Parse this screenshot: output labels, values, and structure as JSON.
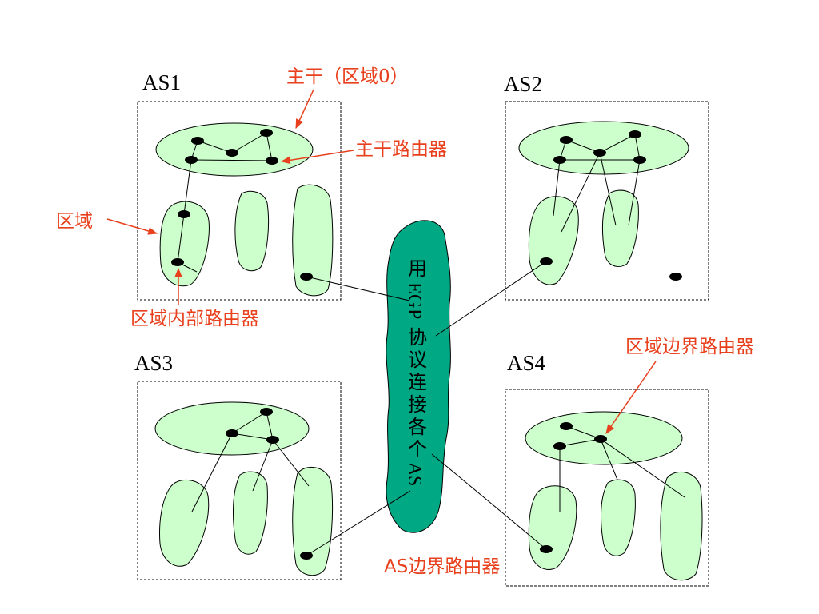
{
  "as_labels": {
    "as1": "AS1",
    "as2": "AS2",
    "as3": "AS3",
    "as4": "AS4"
  },
  "annotations": {
    "backbone": "主干（区域0）",
    "backbone_router": "主干路由器",
    "area": "区域",
    "internal_router": "区域内部路由器",
    "area_border_router": "区域边界路由器",
    "as_border_router": "AS边界路由器"
  },
  "center_label": {
    "chars": [
      "用",
      "E",
      "G",
      "P",
      "协",
      "议",
      "连",
      "接",
      "各",
      "个",
      "A",
      "S"
    ]
  },
  "colors": {
    "area_fill": "#ccffcc",
    "egp_fill": "#00a884",
    "annotation": "#e8401c",
    "router": "#000000"
  }
}
